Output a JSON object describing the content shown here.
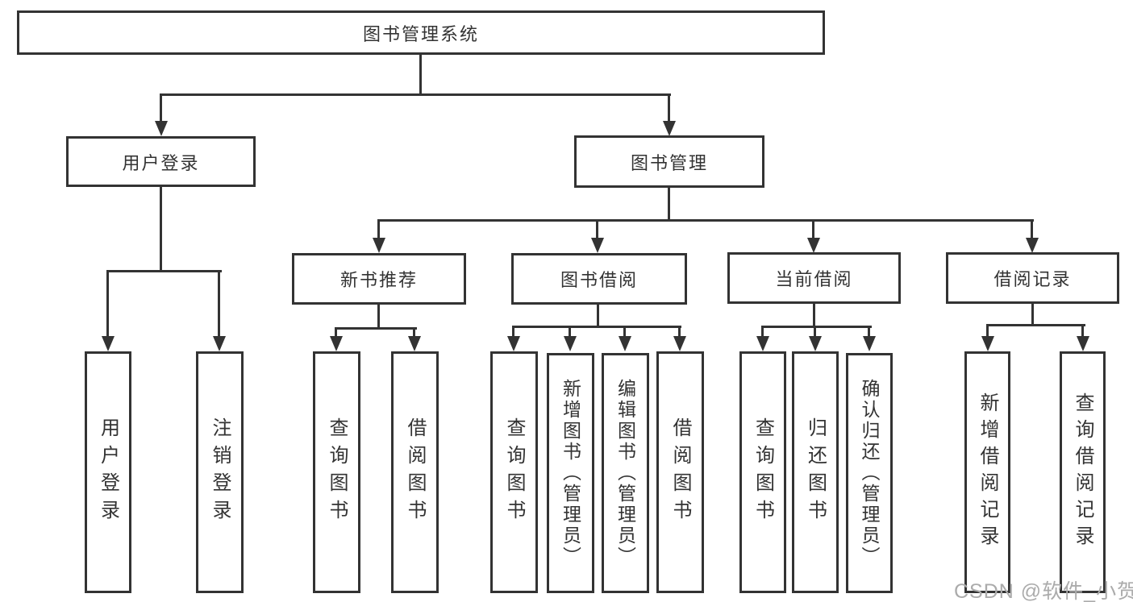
{
  "root": {
    "label": "图书管理系统"
  },
  "branches": {
    "user_login": {
      "label": "用户登录",
      "children": [
        "用户登录",
        "注销登录"
      ]
    },
    "book_mgmt": {
      "label": "图书管理",
      "sections": [
        {
          "label": "新书推荐",
          "children": [
            "查询图书",
            "借阅图书"
          ]
        },
        {
          "label": "图书借阅",
          "children": [
            "查询图书",
            "新增图书（管理员）",
            "编辑图书（管理员）",
            "借阅图书"
          ]
        },
        {
          "label": "当前借阅",
          "children": [
            "查询图书",
            "归还图书",
            "确认归还（管理员）"
          ]
        },
        {
          "label": "借阅记录",
          "children": [
            "新增借阅记录",
            "查询借阅记录"
          ]
        }
      ]
    }
  },
  "watermark": "CSDN @软件_小贺同学",
  "colors": {
    "line": "#333333",
    "text": "#333333",
    "watermark": "#ababab",
    "background": "#ffffff"
  }
}
